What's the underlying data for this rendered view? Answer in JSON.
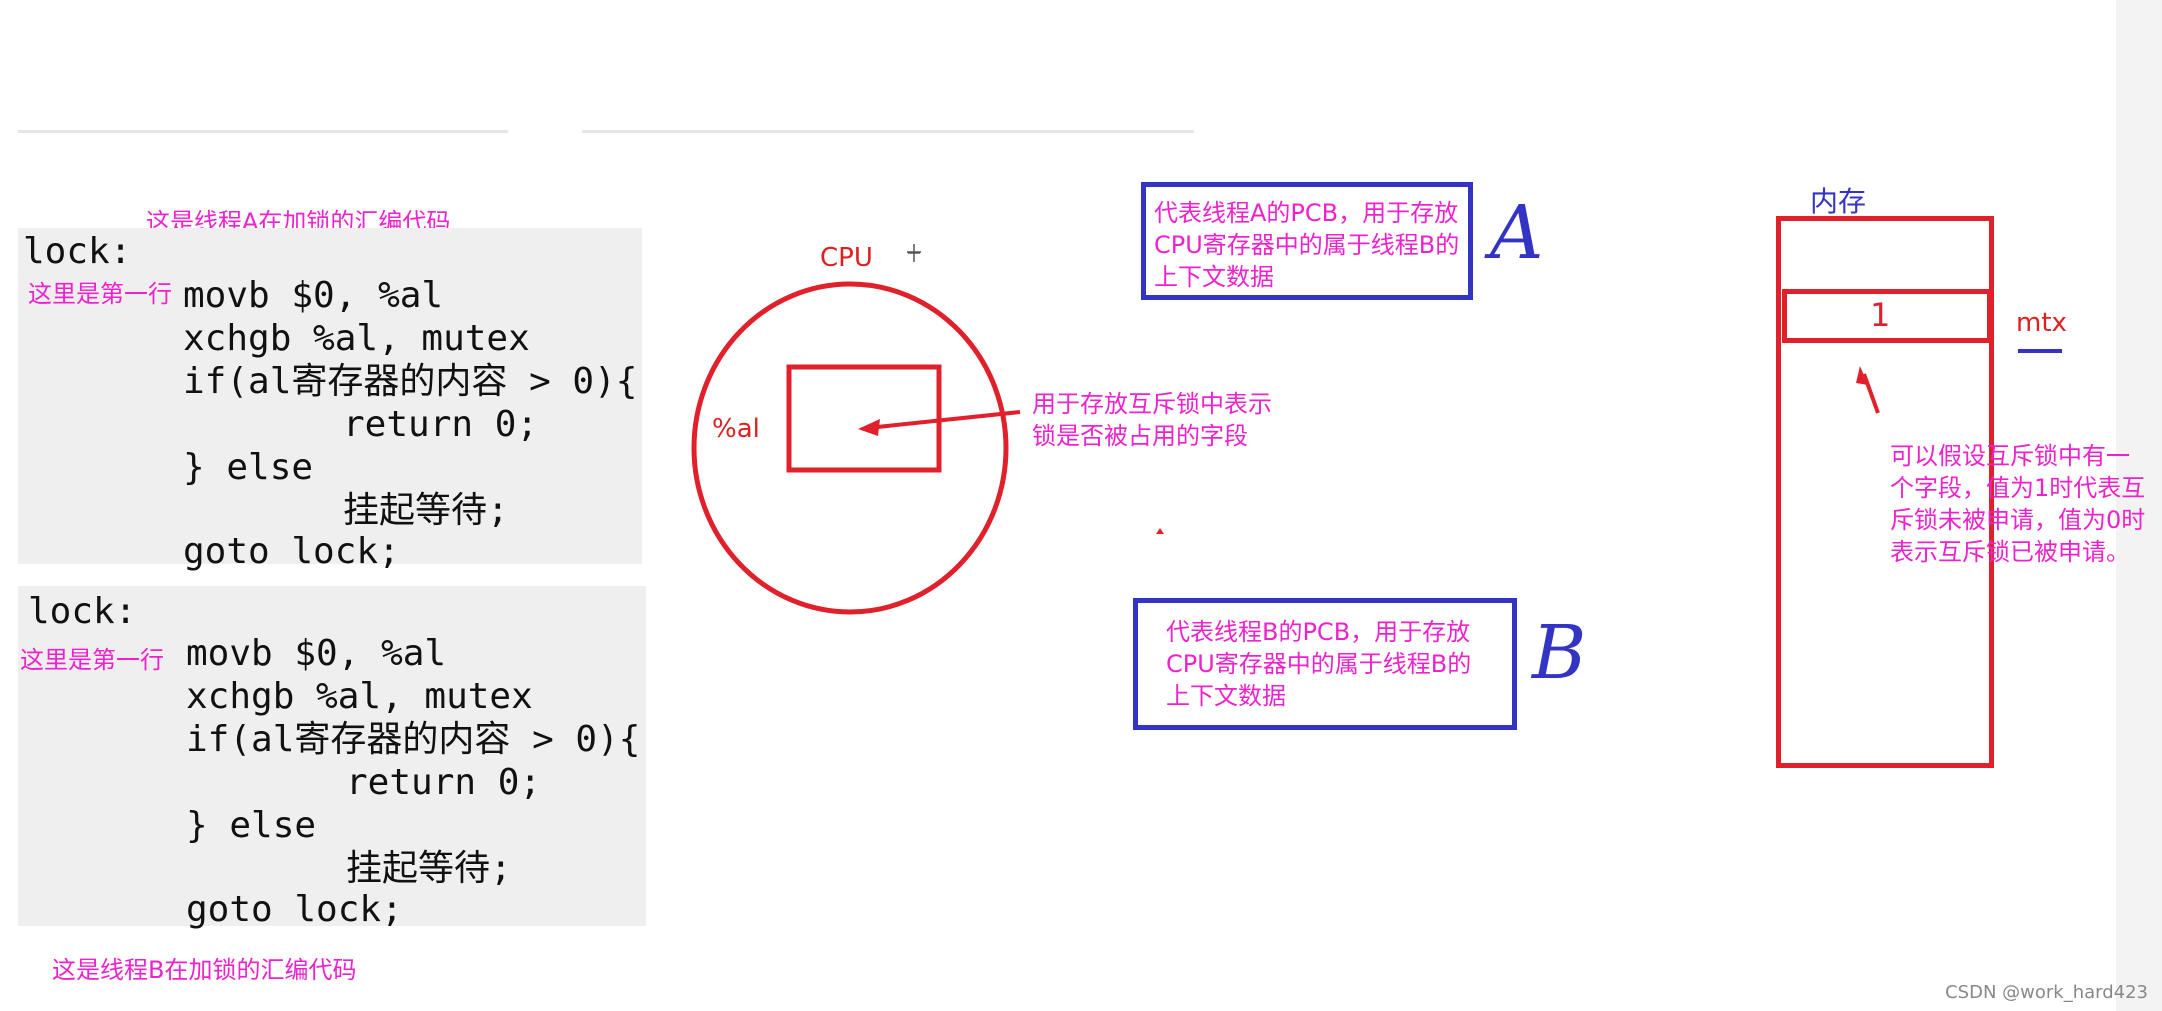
{
  "colors": {
    "code_bg": "#efefef",
    "pink": "#ee22cc",
    "red": "#e0202a",
    "blue": "#3434c4"
  },
  "left": {
    "caption_a": "这是线程A在加锁的汇编代码",
    "caption_b": "这是线程B在加锁的汇编代码",
    "first_line_note_a": "这里是第一行",
    "first_line_note_b": "这里是第一行",
    "code_a": {
      "l1": "lock:",
      "l2": "movb $0, %al",
      "l3": "xchgb %al, mutex",
      "l4_pre": "if(al",
      "l4_cn": "寄存器的内容",
      "l4_post": " > 0){",
      "l5": "return 0;",
      "l6": "} else",
      "l7": "挂起等待;",
      "l8": "goto lock;"
    },
    "code_b": {
      "l1": "lock:",
      "l2": "movb $0, %al",
      "l3": "xchgb %al, mutex",
      "l4_pre": "if(al",
      "l4_cn": "寄存器的内容",
      "l4_post": " > 0){",
      "l5": "return 0;",
      "l6": "} else",
      "l7": "挂起等待;",
      "l8": "goto lock;"
    }
  },
  "cpu": {
    "label": "CPU",
    "register_label": "%al",
    "note_line1": "用于存放互斥锁中表示",
    "note_line2": "锁是否被占用的字段"
  },
  "pcb_a": {
    "line1": "代表线程A的PCB，用于存放",
    "line2": "CPU寄存器中的属于线程B的",
    "line3": "上下文数据",
    "letter": "A"
  },
  "pcb_b": {
    "line1": "代表线程B的PCB，用于存放",
    "line2": "CPU寄存器中的属于线程B的",
    "line3": "上下文数据",
    "letter": "B"
  },
  "memory": {
    "title": "内存",
    "slot_value": "1",
    "var_label": "mtx",
    "note_line1": "可以假设互斥锁中有一",
    "note_line2": "个字段，值为1时代表互",
    "note_line3": "斥锁未被申请，值为0时",
    "note_line4": "表示互斥锁已被申请。"
  },
  "watermark": "CSDN @work_hard423"
}
